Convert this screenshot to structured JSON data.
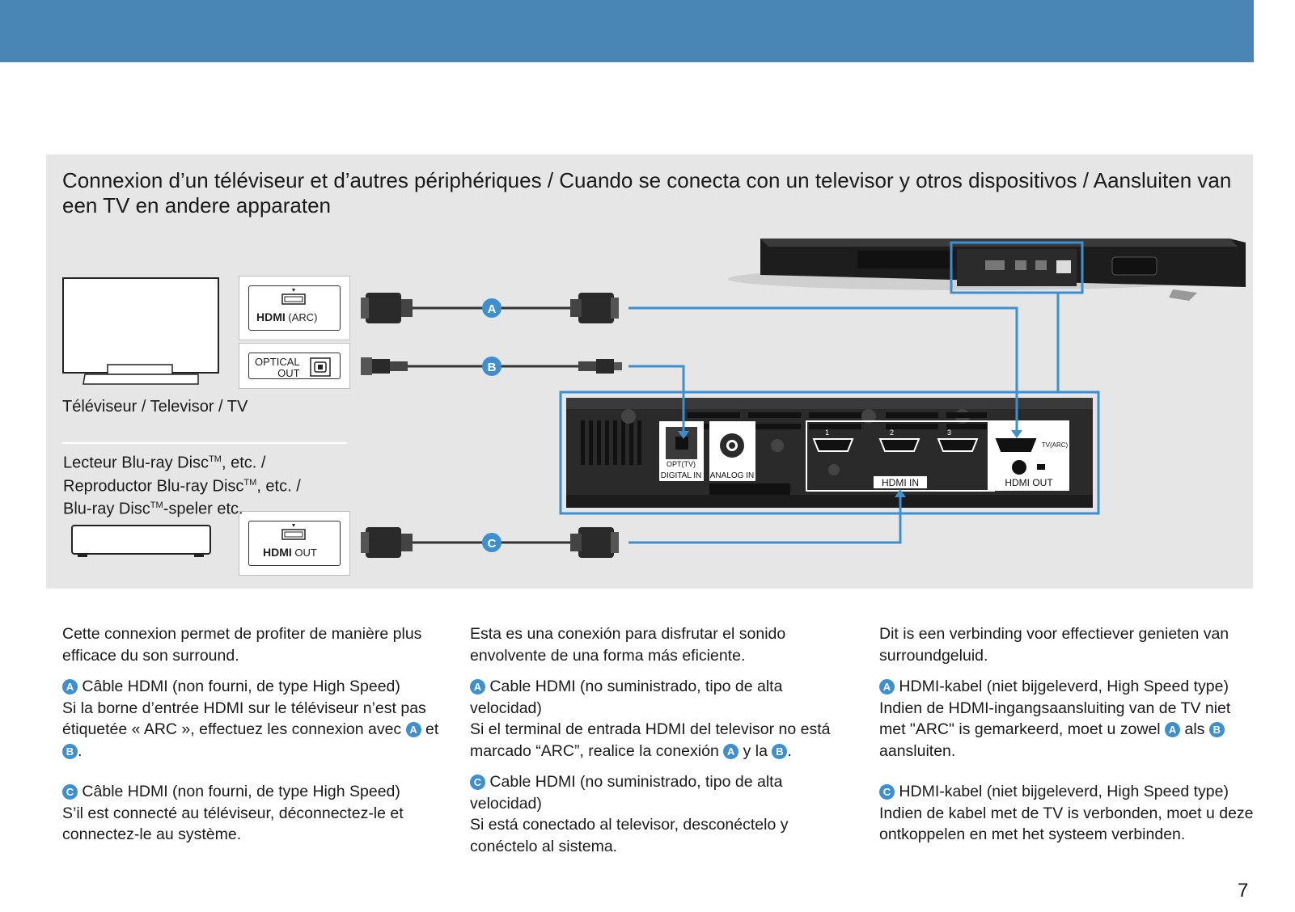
{
  "title": "Connexion d’un téléviseur et d’autres périphériques / Cuando se conecta con un televisor y otros dispositivos / Aansluiten van een TV en andere apparaten",
  "tv_label": "Téléviseur / Televisor / TV",
  "bd_lines": [
    "Lecteur Blu-ray Disc",
    "TM",
    ", etc. /",
    "Reproductor Blu-ray Disc",
    "TM",
    ", etc. /",
    "Blu-ray Disc",
    "TM",
    "-speler etc."
  ],
  "tv_ports": {
    "hdmi_logo": "HDMI",
    "hdmi_suffix": "(ARC)",
    "optical_line1": "OPTICAL",
    "optical_line2": "OUT"
  },
  "bd_ports": {
    "hdmi_logo": "HDMI",
    "hdmi_suffix": "OUT"
  },
  "cable_markers": [
    "A",
    "B",
    "C"
  ],
  "panel_labels": {
    "opt": "OPT(TV)",
    "digital_in": "DIGITAL IN",
    "analog_in": "ANALOG IN",
    "hdmi_in": "HDMI IN",
    "hdmi_out": "HDMI OUT",
    "tv_arc": "TV(ARC)",
    "in1": "1",
    "in2": "2",
    "in3": "3"
  },
  "columns": {
    "fr": {
      "intro": "Cette connexion permet de profiter de manière plus efficace du son surround.",
      "a_title": "Câble HDMI (non fourni, de type High Speed)",
      "a_text_pre": "Si la borne d’entrée HDMI sur le téléviseur n’est pas étiquetée « ARC », effectuez les connexion avec",
      "a_text_and": "et",
      "a_text_end": ".",
      "c_title": "Câble HDMI (non fourni, de type High Speed)",
      "c_text": "S’il est connecté au téléviseur, déconnectez-le et connectez-le au système."
    },
    "es": {
      "intro": "Esta es una conexión para disfrutar el sonido envolvente de una forma más eficiente.",
      "a_title": "Cable HDMI (no suministrado, tipo de alta velocidad)",
      "a_text_pre": "Si el terminal de entrada HDMI del televisor no está marcado “ARC”, realice la conexión",
      "a_text_and": "y la",
      "a_text_end": ".",
      "c_title": "Cable HDMI (no suministrado, tipo de alta velocidad)",
      "c_text": "Si está conectado al televisor, desconéctelo y conéctelo al sistema."
    },
    "nl": {
      "intro": "Dit is een verbinding voor effectiever genieten van surroundgeluid.",
      "a_title": "HDMI-kabel (niet bijgeleverd, High Speed type)",
      "a_text_pre": "Indien de HDMI-ingangsaansluiting van de TV niet met \"ARC\" is gemarkeerd, moet u zowel",
      "a_text_and": "als",
      "a_text_end": "aansluiten.",
      "c_title": "HDMI-kabel (niet bijgeleverd, High Speed type)",
      "c_text": "Indien de kabel met de TV is verbonden, moet u deze ontkoppelen en met het systeem verbinden."
    }
  },
  "page_number": "7",
  "colors": {
    "accent": "#4a86b5",
    "highlight": "#3d8fd0",
    "panel_bg": "#e6e6e6"
  }
}
